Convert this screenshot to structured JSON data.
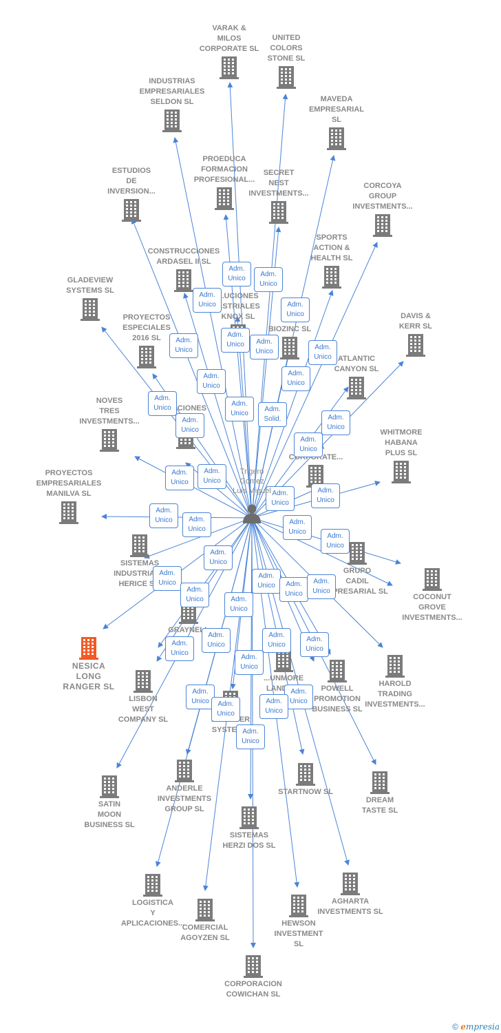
{
  "colors": {
    "edge": "#4a84d6",
    "building": "#7b7b7b",
    "highlight": "#f05a24",
    "label": "#888888"
  },
  "person": {
    "name": "Trigero\nGomez\nLuis Miguel",
    "icon": "person-icon"
  },
  "companies": [
    {
      "name": "VARAK &\nMILOS\nCORPORATE SL"
    },
    {
      "name": "UNITED\nCOLORS\nSTONE SL"
    },
    {
      "name": "INDUSTRIAS\nEMPRESARIALES\nSELDON SL"
    },
    {
      "name": "MAVEDA\nEMPRESARIAL\nSL"
    },
    {
      "name": "PROEDUCA\nFORMACION\nPROFESIONAL..."
    },
    {
      "name": "SECRET\nNEST\nINVESTMENTS..."
    },
    {
      "name": "ESTUDIOS\nDE\nINVERSION..."
    },
    {
      "name": "CORCOYA\nGROUP\nINVESTMENTS..."
    },
    {
      "name": "CONSTRUCCIONES\nARDASEL II SL"
    },
    {
      "name": "SPORTS\nACTION &\nHEALTH SL"
    },
    {
      "name": "GLADEVIEW\nSYSTEMS SL"
    },
    {
      "name": "...UCIONES\n...STRIALES\nKNOX SL"
    },
    {
      "name": "DAVIS &\nKERR SL"
    },
    {
      "name": "PROYECTOS\nESPECIALES\n2016 SL"
    },
    {
      "name": "BIOZINC SL"
    },
    {
      "name": "ATLANTIC\nCANYON SL"
    },
    {
      "name": "NOVES\nTRES\nINVESTMENTS..."
    },
    {
      "name": "...OCIONES\nDO..."
    },
    {
      "name": "WHITMORE\nHABANA\nPLUS SL"
    },
    {
      "name": "...NA\nCORPORATE..."
    },
    {
      "name": "PROYECTOS\nEMPRESARIALES\nMANILVA SL"
    },
    {
      "name": "SISTEMAS\nINDUSTRIAL...\nHERICE S..."
    },
    {
      "name": "GRUPO\nCADIL\n...PRESARIAL SL"
    },
    {
      "name": "COCONUT\nGROVE\nINVESTMENTS..."
    },
    {
      "name": "NESICA\nLONG\nRANGER SL"
    },
    {
      "name": "GRAYNELL\n..."
    },
    {
      "name": "LISBON\nWEST\nCOMPANY SL"
    },
    {
      "name": "...UNMORE\nLANDING\nCORPOR..."
    },
    {
      "name": "POWELL\nPROMOTION\nBUSINESS SL"
    },
    {
      "name": "HAROLD\nTRADING\nINVESTMENTS..."
    },
    {
      "name": "DEWEBER\nSYSTEM..."
    },
    {
      "name": "SATIN\nMOON\nBUSINESS SL"
    },
    {
      "name": "ANDERLE\nINVESTMENTS\nGROUP SL"
    },
    {
      "name": "STARTNOW SL"
    },
    {
      "name": "DREAM\nTASTE SL"
    },
    {
      "name": "SISTEMAS\nHERZI DOS SL"
    },
    {
      "name": "LOGISTICA\nY\nAPLICACIONES..."
    },
    {
      "name": "COMERCIAL\nAGOYZEN SL"
    },
    {
      "name": "HEWSON\nINVESTMENT\nSL"
    },
    {
      "name": "AGHARTA\nINVESTMENTS SL"
    },
    {
      "name": "CORPORACION\nCOWICHAN SL"
    }
  ],
  "role_badges": {
    "adm_unico": "Adm.\nUnico",
    "adm_solid": "Adm.\nSolid."
  },
  "footer": {
    "copyright": "©",
    "brand_first": "e",
    "brand_rest": "mpresia"
  }
}
